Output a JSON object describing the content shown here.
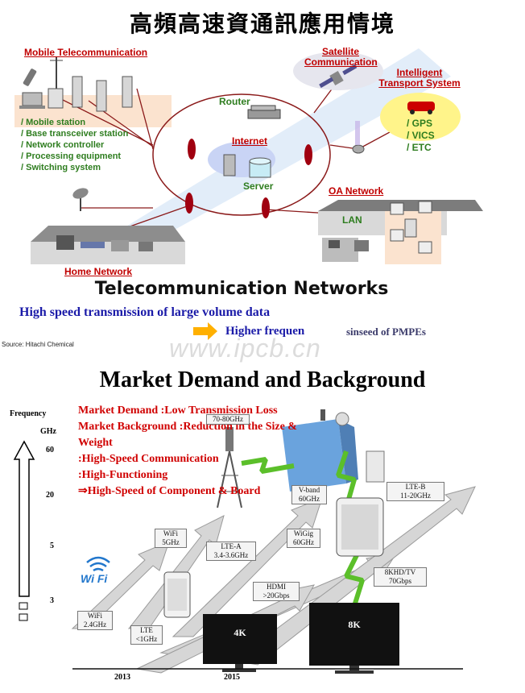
{
  "header": {
    "title": "高頻高速資通訊應用情境"
  },
  "network": {
    "mobile_title": "Mobile Telecommunication",
    "mobile_items": [
      "/ Mobile station",
      "/ Base transceiver station",
      "/ Network controller",
      "/ Processing equipment",
      "/ Switching system"
    ],
    "satellite_title_1": "Satellite",
    "satellite_title_2": "Communication",
    "its_title_1": "Intelligent",
    "its_title_2": "Transport System",
    "its_items": [
      "/ GPS",
      "/ VICS",
      "/ ETC"
    ],
    "router_label": "Router",
    "internet_label": "Internet",
    "server_label": "Server",
    "oa_title": "OA Network",
    "lan_label": "LAN",
    "home_title": "Home Network",
    "main_title": "Telecommunication Networks",
    "subtitle": "High speed transmission of large volume data",
    "arrow_text": "Higher frequen",
    "arrow_text_overlap": "sinseed of PMPEs",
    "source": "Source: Hitachi Chemical",
    "watermark": "www.ipcb.cn"
  },
  "market": {
    "title": "Market  Demand and Background",
    "lines": [
      "Market Demand :Low Transmission Loss",
      "Market Background :Reduction in the Size &",
      "Weight",
      ":High-Speed Communication",
      ":High-Functioning",
      "⇒High-Speed of Component & Board"
    ],
    "axis_label": "Frequency",
    "axis_unit": "GHz",
    "ticks": [
      "60",
      "20",
      "5",
      "3"
    ],
    "years": [
      "2013",
      "2015"
    ],
    "tech": {
      "wigig_top": [
        "70-80GHz"
      ],
      "wifi5": [
        "WiFi",
        "5GHz"
      ],
      "lte_a": [
        "LTE-A",
        "3.4-3.6GHz"
      ],
      "wigig": [
        "WiGig",
        "60GHz"
      ],
      "vband": [
        "V-band",
        "60GHz"
      ],
      "lte_b": [
        "LTE-B",
        "11-20GHz"
      ],
      "hdmi": [
        "HDMI",
        ">20Gbps"
      ],
      "tv8k": [
        "8KHD/TV",
        "70Gbps"
      ],
      "wifi24": [
        "WiFi",
        "2.4GHz"
      ],
      "lte": [
        "LTE",
        "<1GHz"
      ]
    },
    "tv4k": "4K",
    "tv8k_label": "8K",
    "wifi_logo": "Wi Fi"
  },
  "colors": {
    "red": "#c00000",
    "green": "#2e7d1f",
    "blue": "#1a1aa8",
    "arrow": "#ffb000"
  }
}
